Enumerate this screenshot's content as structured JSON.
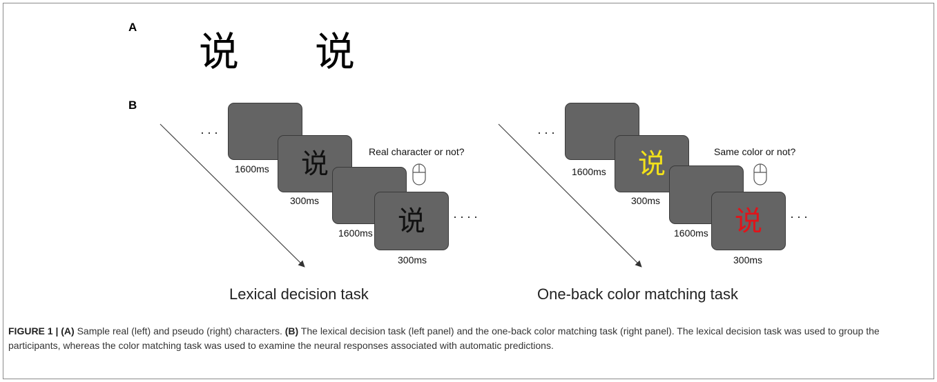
{
  "panel_a": {
    "label": "A",
    "real_char": "说",
    "pseudo_char": "说"
  },
  "panel_b": {
    "label": "B",
    "left": {
      "title": "Lexical decision task",
      "question": "Real character or not?",
      "leading_dots": "···",
      "trailing_dots": "····",
      "screens": [
        {
          "char": "",
          "color": "",
          "timing": "1600ms"
        },
        {
          "char": "说",
          "color": "#111111",
          "timing": "300ms"
        },
        {
          "char": "",
          "color": "",
          "timing": "1600ms"
        },
        {
          "char": "说",
          "color": "#111111",
          "timing": "300ms"
        }
      ]
    },
    "right": {
      "title": "One-back color matching task",
      "question": "Same color or not?",
      "leading_dots": "···",
      "trailing_dots": "···",
      "screens": [
        {
          "char": "",
          "color": "",
          "timing": "1600ms"
        },
        {
          "char": "说",
          "color": "#f2e11a",
          "timing": "300ms"
        },
        {
          "char": "",
          "color": "",
          "timing": "1600ms"
        },
        {
          "char": "说",
          "color": "#e0141a",
          "timing": "300ms"
        }
      ]
    }
  },
  "caption": {
    "figure_label": "FIGURE 1 |",
    "a_label": "(A)",
    "a_text": " Sample real (left) and pseudo (right) characters. ",
    "b_label": "(B)",
    "b_text": " The lexical decision task (left panel) and the one-back color matching task (right panel). The lexical decision task was used to group the participants, whereas the color matching task was used to examine the neural responses associated with automatic predictions."
  }
}
